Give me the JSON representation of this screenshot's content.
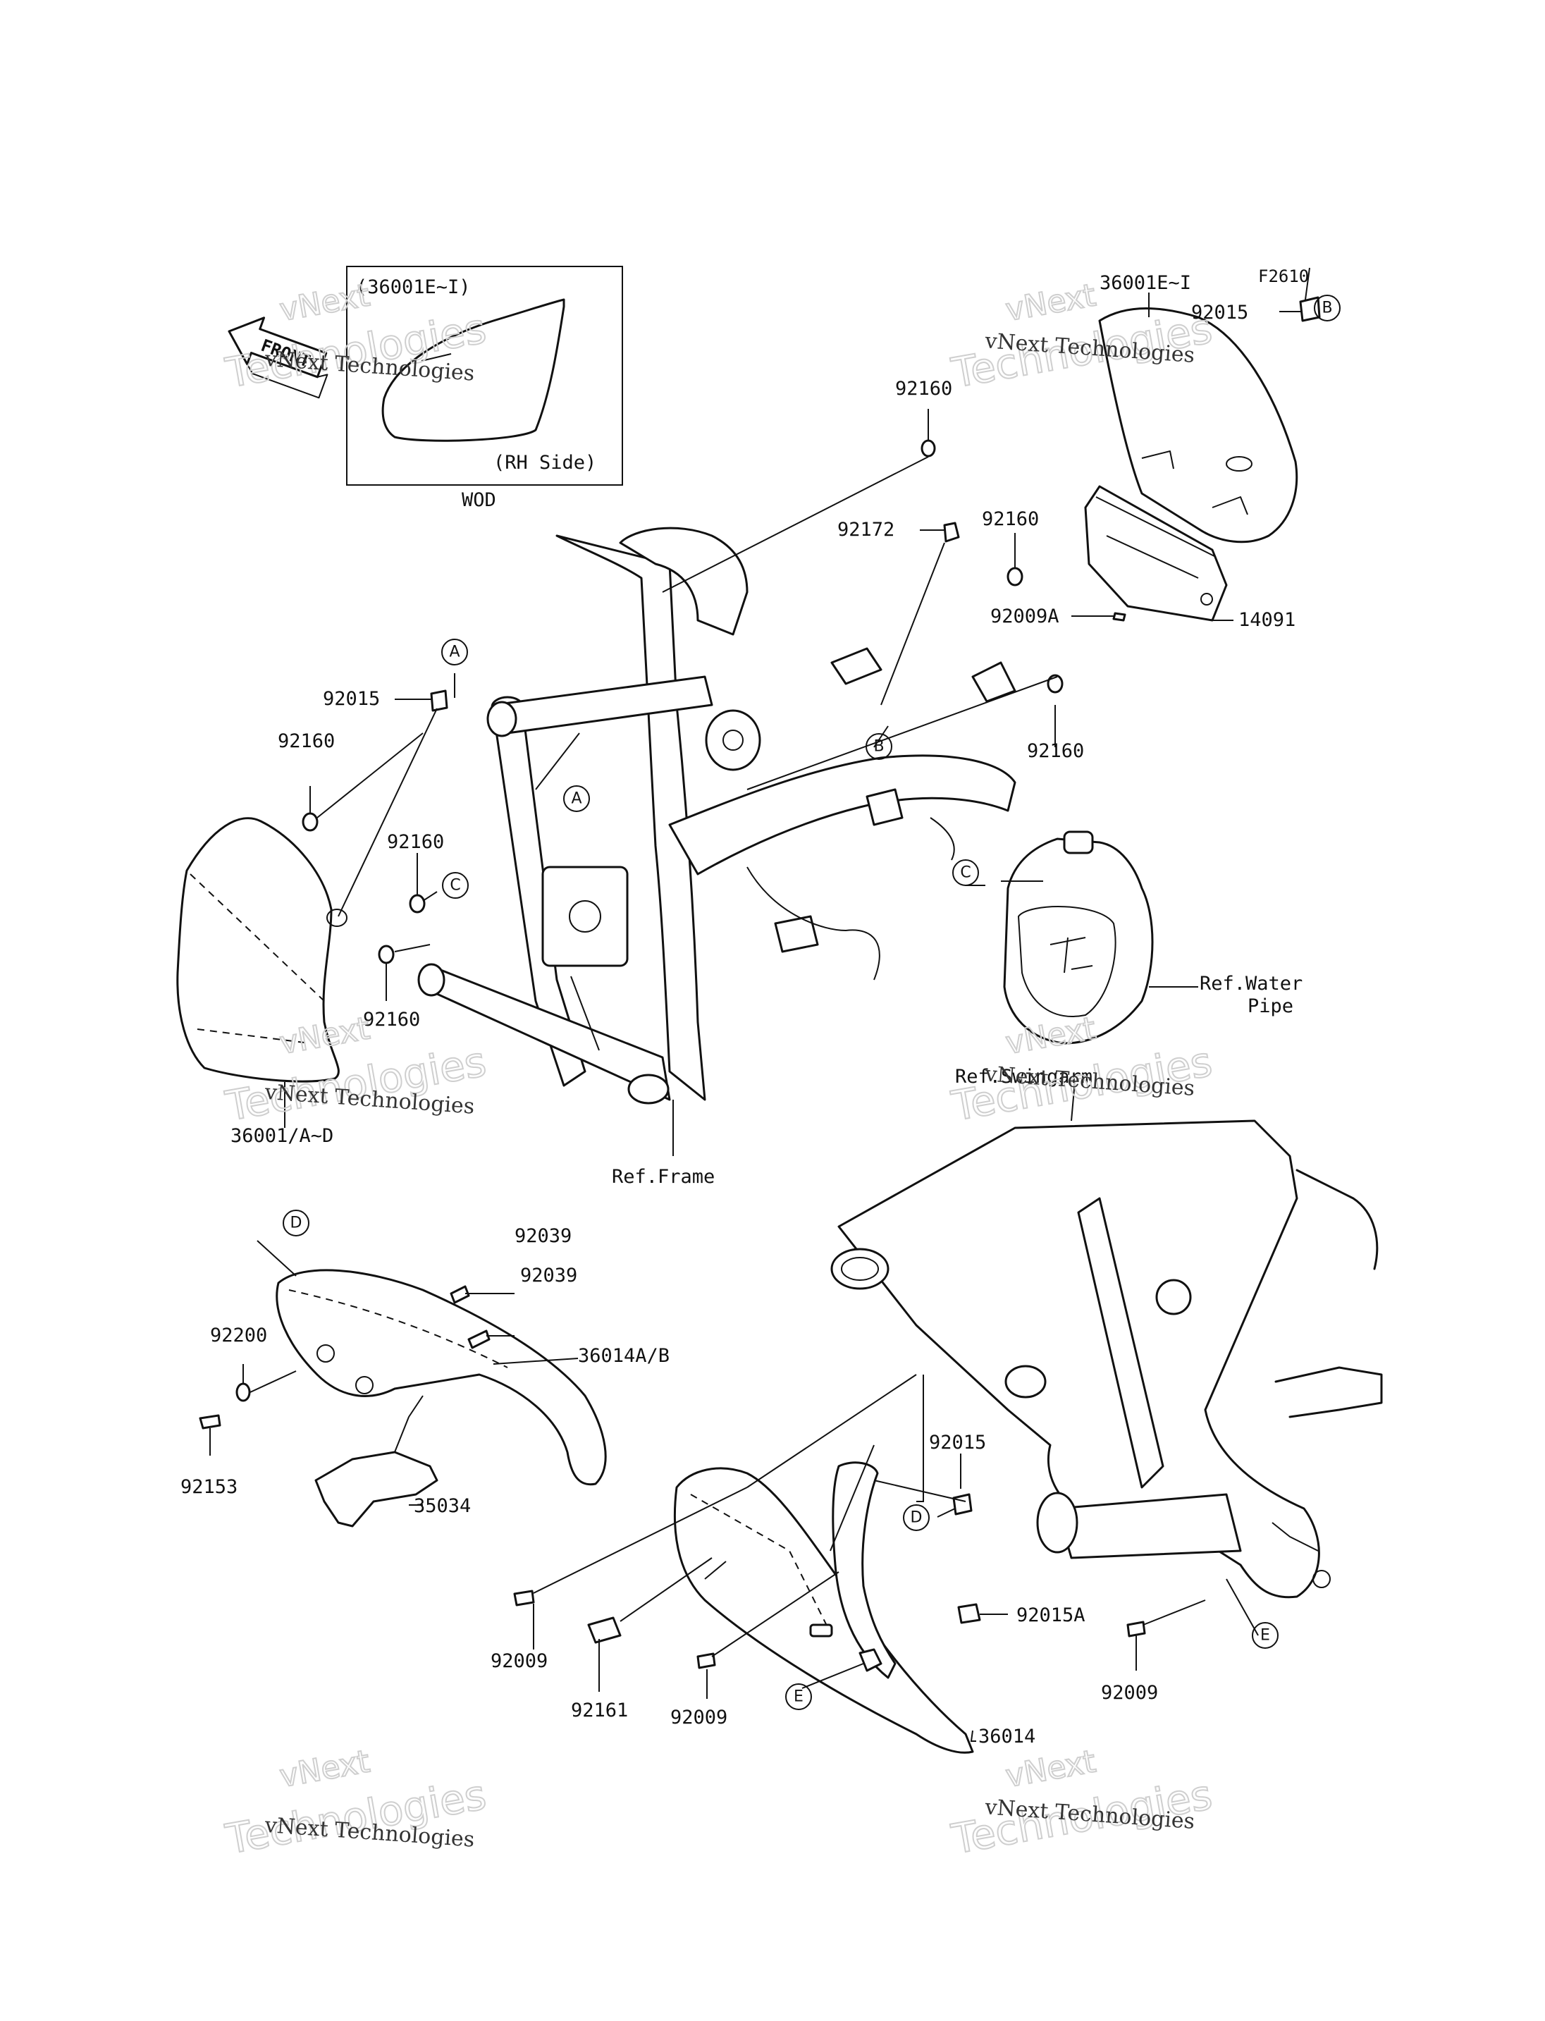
{
  "diagram_code": "F2610",
  "inset": {
    "part_ref": "(36001E~I)",
    "side_note": "(RH Side)",
    "variant": "WOD"
  },
  "front_arrow": "FRONT",
  "watermark": {
    "company": "vNext Technologies",
    "big_line1": "vNext",
    "big_line2": "Technologies"
  },
  "callouts": [
    "A",
    "B",
    "C",
    "D",
    "E"
  ],
  "parts": {
    "p36001E_I": "36001E~I",
    "p92015": "92015",
    "p92160": "92160",
    "p92172": "92172",
    "p92009A": "92009A",
    "p14091": "14091",
    "p36001A_D": "36001/A~D",
    "p92039": "92039",
    "p92200": "92200",
    "p92153": "92153",
    "p36014AB": "36014A/B",
    "p35034": "35034",
    "p92009": "92009",
    "p92161": "92161",
    "p92015A": "92015A",
    "p36014": "36014"
  },
  "references": {
    "water_pipe_1": "Ref.Water",
    "water_pipe_2": "Pipe",
    "swingarm": "Ref.Swingarm",
    "frame": "Ref.Frame"
  }
}
